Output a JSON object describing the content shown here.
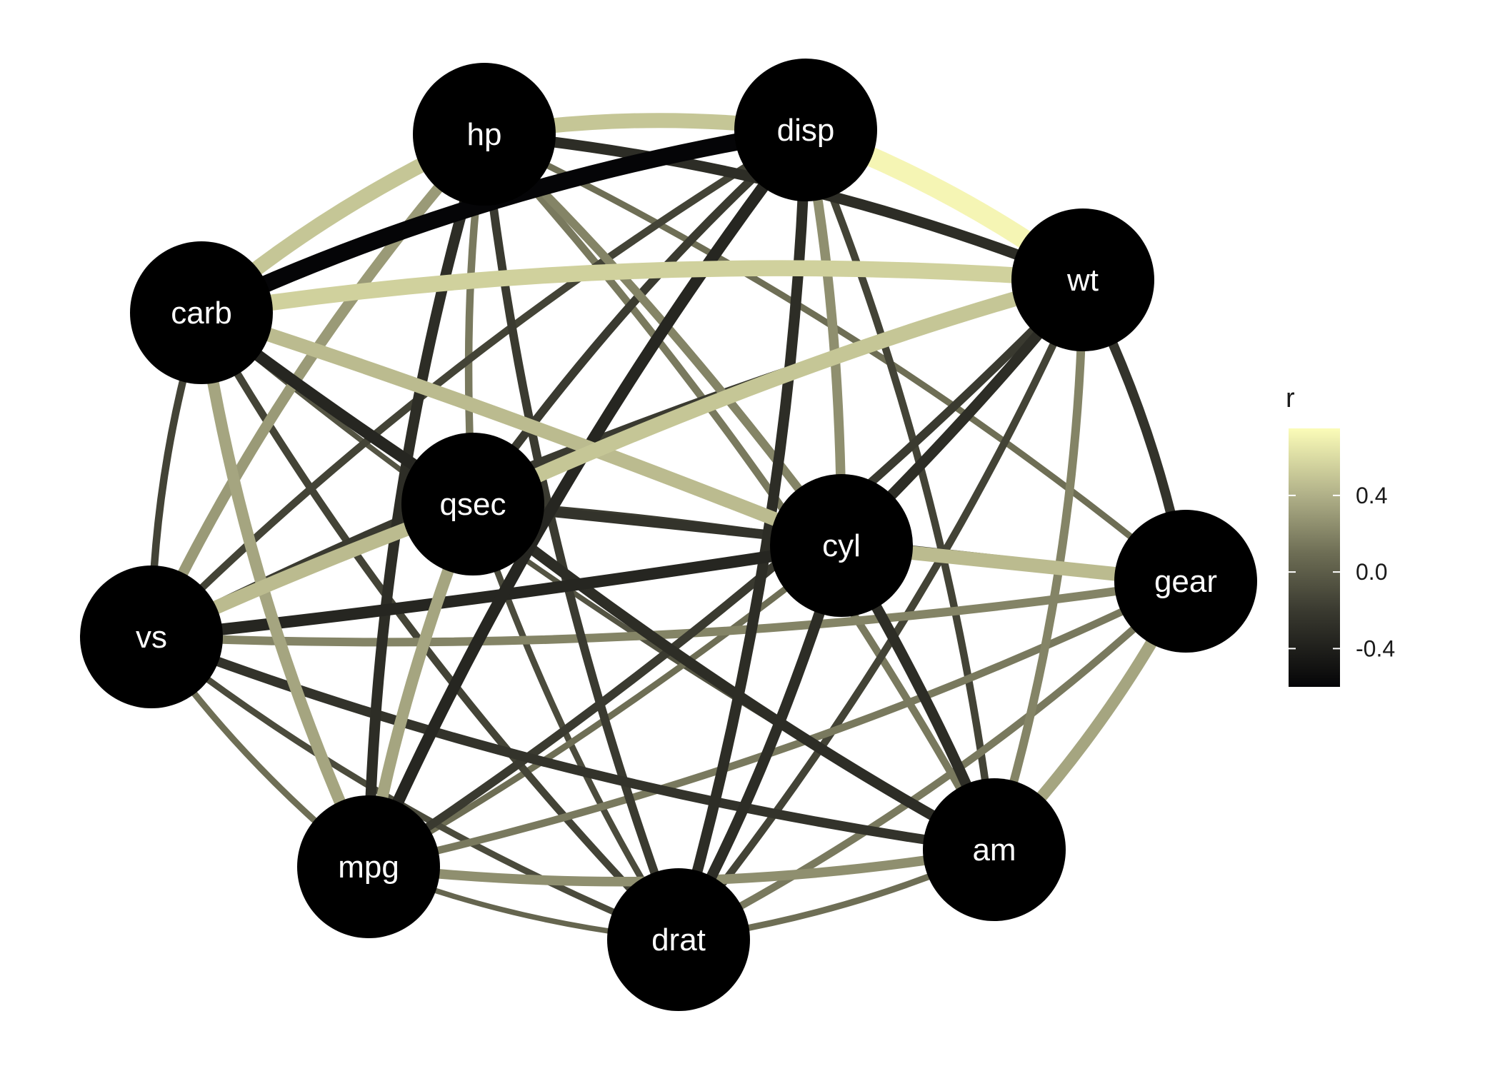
{
  "legend": {
    "title": "r",
    "ticks": [
      {
        "label": "0.4",
        "value": 0.4
      },
      {
        "label": "0.0",
        "value": 0.0
      },
      {
        "label": "-0.4",
        "value": -0.4
      }
    ],
    "range": [
      -0.6,
      0.75
    ],
    "color_stops": [
      {
        "value": -0.6,
        "color": "#050507"
      },
      {
        "value": -0.2,
        "color": "#3a3a30"
      },
      {
        "value": 0.1,
        "color": "#6e6e55"
      },
      {
        "value": 0.4,
        "color": "#b0b088"
      },
      {
        "value": 0.75,
        "color": "#fbfcb8"
      }
    ]
  },
  "nodes": [
    {
      "id": "hp",
      "label": "hp"
    },
    {
      "id": "disp",
      "label": "disp"
    },
    {
      "id": "wt",
      "label": "wt"
    },
    {
      "id": "carb",
      "label": "carb"
    },
    {
      "id": "qsec",
      "label": "qsec"
    },
    {
      "id": "cyl",
      "label": "cyl"
    },
    {
      "id": "gear",
      "label": "gear"
    },
    {
      "id": "vs",
      "label": "vs"
    },
    {
      "id": "mpg",
      "label": "mpg"
    },
    {
      "id": "drat",
      "label": "drat"
    },
    {
      "id": "am",
      "label": "am"
    }
  ],
  "edges": [
    {
      "from": "disp",
      "to": "wt",
      "r": 0.72
    },
    {
      "from": "carb",
      "to": "wt",
      "r": 0.55
    },
    {
      "from": "hp",
      "to": "carb",
      "r": 0.5
    },
    {
      "from": "hp",
      "to": "disp",
      "r": 0.5
    },
    {
      "from": "qsec",
      "to": "wt",
      "r": 0.5
    },
    {
      "from": "carb",
      "to": "cyl",
      "r": 0.45
    },
    {
      "from": "cyl",
      "to": "gear",
      "r": 0.45
    },
    {
      "from": "disp",
      "to": "carb",
      "r": -0.6
    },
    {
      "from": "hp",
      "to": "wt",
      "r": -0.3
    },
    {
      "from": "qsec",
      "to": "vs",
      "r": 0.45
    },
    {
      "from": "vs",
      "to": "cyl",
      "r": -0.35
    },
    {
      "from": "mpg",
      "to": "disp",
      "r": -0.35
    },
    {
      "from": "qsec",
      "to": "am",
      "r": -0.3
    },
    {
      "from": "cyl",
      "to": "drat",
      "r": -0.3
    },
    {
      "from": "cyl",
      "to": "am",
      "r": -0.3
    },
    {
      "from": "gear",
      "to": "am",
      "r": 0.35
    },
    {
      "from": "mpg",
      "to": "am",
      "r": 0.25
    },
    {
      "from": "hp",
      "to": "vs",
      "r": 0.3
    },
    {
      "from": "hp",
      "to": "mpg",
      "r": -0.3
    },
    {
      "from": "disp",
      "to": "drat",
      "r": -0.3
    },
    {
      "from": "disp",
      "to": "cyl",
      "r": 0.25
    },
    {
      "from": "wt",
      "to": "gear",
      "r": -0.25
    },
    {
      "from": "wt",
      "to": "cyl",
      "r": -0.3
    },
    {
      "from": "carb",
      "to": "vs",
      "r": -0.15
    },
    {
      "from": "carb",
      "to": "mpg",
      "r": 0.35
    },
    {
      "from": "carb",
      "to": "drat",
      "r": -0.15
    },
    {
      "from": "carb",
      "to": "qsec",
      "r": -0.35
    },
    {
      "from": "vs",
      "to": "am",
      "r": -0.25
    },
    {
      "from": "vs",
      "to": "mpg",
      "r": 0.1
    },
    {
      "from": "vs",
      "to": "gear",
      "r": 0.2
    },
    {
      "from": "vs",
      "to": "wt",
      "r": -0.2
    },
    {
      "from": "qsec",
      "to": "mpg",
      "r": 0.35
    },
    {
      "from": "qsec",
      "to": "drat",
      "r": -0.1
    },
    {
      "from": "qsec",
      "to": "cyl",
      "r": -0.2
    },
    {
      "from": "qsec",
      "to": "gear",
      "r": -0.25
    },
    {
      "from": "qsec",
      "to": "disp",
      "r": -0.2
    },
    {
      "from": "hp",
      "to": "drat",
      "r": -0.2
    },
    {
      "from": "hp",
      "to": "cyl",
      "r": 0.2
    },
    {
      "from": "hp",
      "to": "am",
      "r": 0.15
    },
    {
      "from": "hp",
      "to": "gear",
      "r": 0.1
    },
    {
      "from": "hp",
      "to": "qsec",
      "r": 0.15
    },
    {
      "from": "disp",
      "to": "vs",
      "r": -0.15
    },
    {
      "from": "disp",
      "to": "am",
      "r": -0.15
    },
    {
      "from": "wt",
      "to": "drat",
      "r": -0.15
    },
    {
      "from": "wt",
      "to": "am",
      "r": 0.2
    },
    {
      "from": "wt",
      "to": "mpg",
      "r": -0.2
    },
    {
      "from": "gear",
      "to": "mpg",
      "r": 0.15
    },
    {
      "from": "gear",
      "to": "drat",
      "r": 0.15
    },
    {
      "from": "am",
      "to": "drat",
      "r": 0.1
    },
    {
      "from": "mpg",
      "to": "drat",
      "r": 0.05
    },
    {
      "from": "mpg",
      "to": "cyl",
      "r": 0.1
    },
    {
      "from": "vs",
      "to": "drat",
      "r": -0.1
    },
    {
      "from": "carb",
      "to": "am",
      "r": -0.05
    },
    {
      "from": "qsec",
      "to": "carb",
      "r": -0.25
    }
  ]
}
